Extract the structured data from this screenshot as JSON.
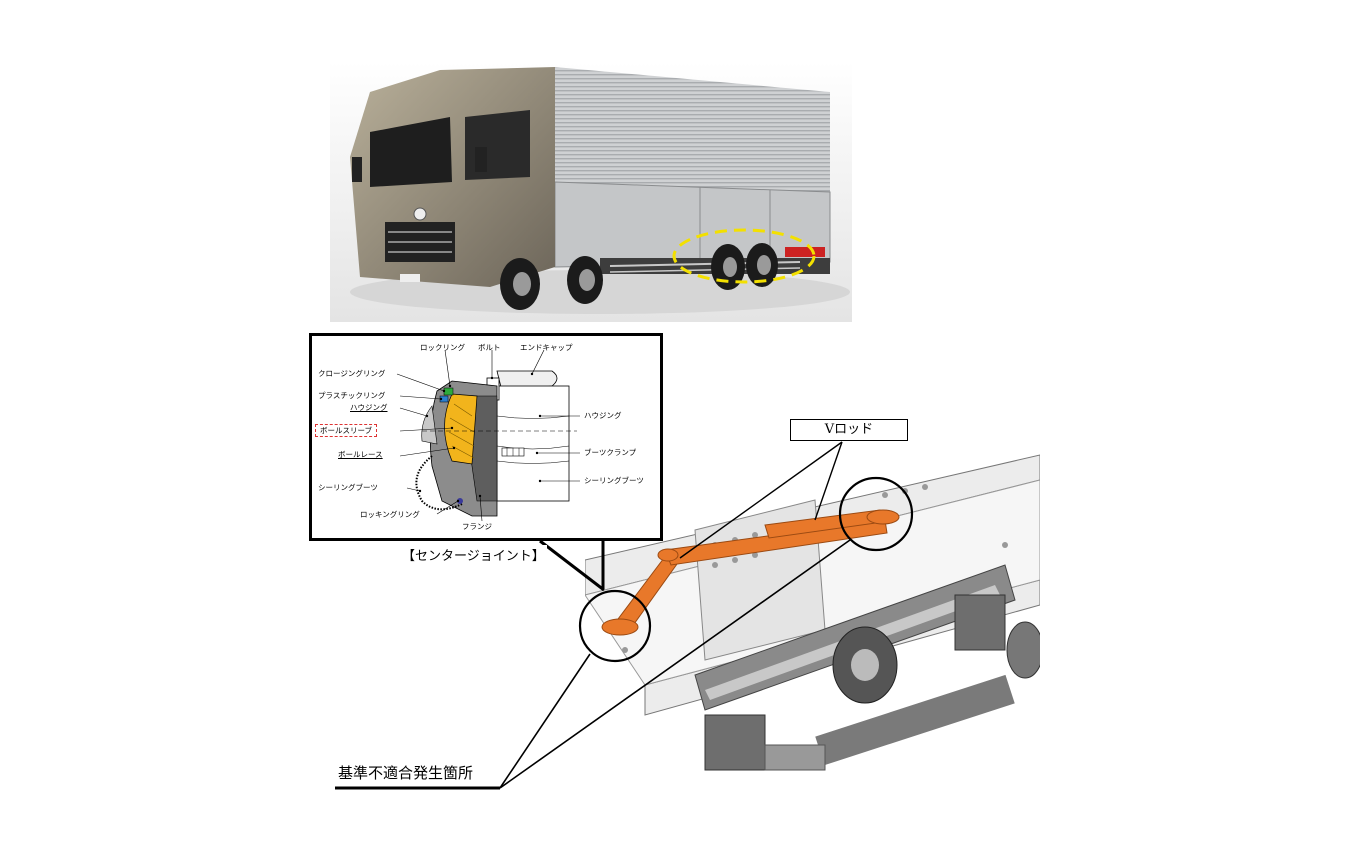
{
  "joint_labels": {
    "lock_ring": "ロックリング",
    "bolt": "ボルト",
    "end_cap": "エンドキャップ",
    "closing_ring": "クロージングリング",
    "plastic_ring": "プラスチックリング",
    "housing_left": "ハウジング",
    "ball_sleeve": "ボールスリーブ",
    "ball_race": "ボールレース",
    "sealing_boot_left": "シーリングブーツ",
    "locking_ring": "ロッキングリング",
    "flange": "フランジ",
    "housing_right": "ハウジング",
    "boot_clamp": "ブーツクランプ",
    "sealing_boot_right": "シーリングブーツ"
  },
  "center_joint_caption": "【センタージョイント】",
  "v_rod_label": "Vロッド",
  "defect_location_label": "基準不適合発生箇所",
  "colors": {
    "v_rod": "#e8782a",
    "ball_sleeve": "#f2b41c",
    "highlight_ellipse": "#f3e000",
    "closing_ring": "#2eaa3c",
    "plastic_ring": "#2a7fd0"
  }
}
